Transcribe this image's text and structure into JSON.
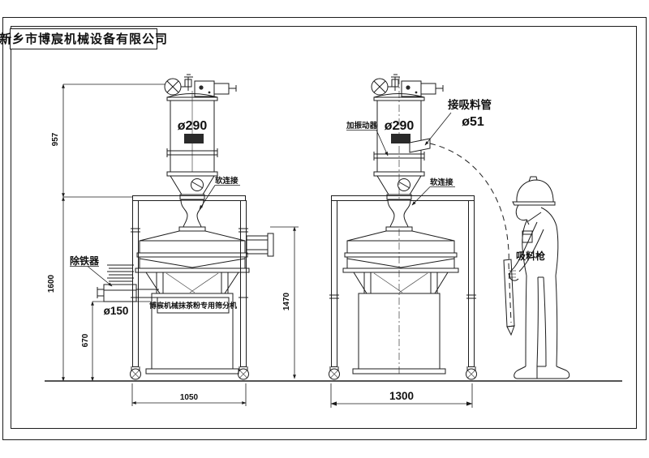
{
  "title_block": {
    "company": "新乡市博宸机械设备有限公司"
  },
  "labels": {
    "m1": {
      "diameter": "ø290",
      "soft_connection": "软连接",
      "iron_remover": "除铁器",
      "iron_remover_diameter": "ø150",
      "name_plate": "博宸机械抹茶粉专用筛分机"
    },
    "m2": {
      "diameter": "ø290",
      "vibrator": "加振动器",
      "suction_pipe": "接吸料管",
      "suction_pipe_diameter": "ø51",
      "soft_connection": "软连接",
      "suction_gun": "吸料枪"
    }
  },
  "dimensions": {
    "m1_upper_height": "957",
    "m1_frame_height": "1600",
    "m1_outlet_height": "670",
    "m1_base_width": "1050",
    "m2_total_height": "1470",
    "m2_base_width": "1300"
  },
  "colors": {
    "line": "#1c1c1c",
    "background": "#ffffff",
    "nameplate_fill": "#2a2a2a"
  }
}
